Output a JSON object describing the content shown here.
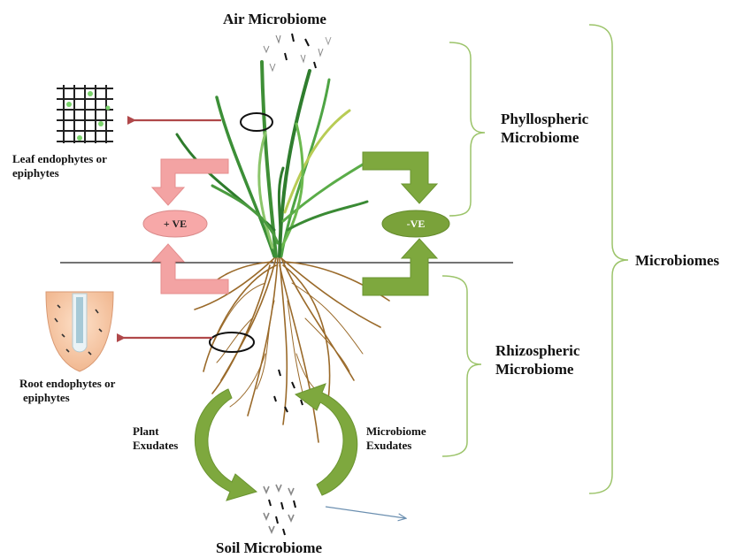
{
  "labels": {
    "air": "Air Microbiome",
    "soil": "Soil Microbiome",
    "leaf_line1": "Leaf  endophytes or",
    "leaf_line2": "epiphytes",
    "root_line1": "Root endophytes or",
    "root_line2": "epiphytes",
    "phyllo_line1": "Phyllospheric",
    "phyllo_line2": "Microbiome",
    "rhizo_line1": "Rhizospheric",
    "rhizo_line2": "Microbiome",
    "microbiomes": "Microbiomes",
    "plant_exudates_line1": "Plant",
    "plant_exudates_line2": "Exudates",
    "microbiome_exudates_line1": "Microbiome",
    "microbiome_exudates_line2": "Exudates",
    "positive": "+ VE",
    "negative": "-VE"
  },
  "colors": {
    "positive_fill": "#f7a8a8",
    "positive_arrow": "#f3a3a3",
    "negative_fill": "#7aa23a",
    "negative_arrow": "#7ea83e",
    "bracket": "#9cc46a",
    "pointer_arrow": "#b0484a",
    "roots": "#9a6a2a",
    "leaves": "#3f9a3a"
  }
}
